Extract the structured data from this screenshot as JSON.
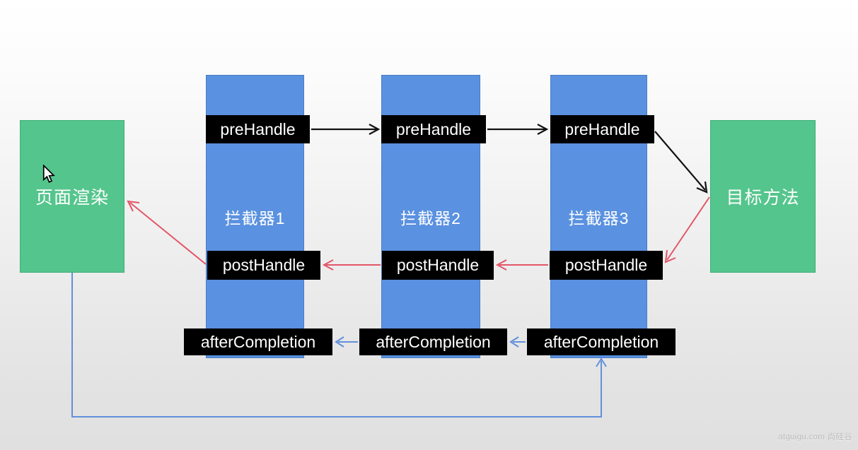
{
  "slide": {
    "watermark": "atguigu.com 尚硅谷"
  },
  "nodes": {
    "page_render": {
      "label": "页面渲染"
    },
    "target_method": {
      "label": "目标方法"
    }
  },
  "interceptors": [
    {
      "label": "拦截器1",
      "pre": "preHandle",
      "post": "postHandle",
      "after": "afterCompletion"
    },
    {
      "label": "拦截器2",
      "pre": "preHandle",
      "post": "postHandle",
      "after": "afterCompletion"
    },
    {
      "label": "拦截器3",
      "pre": "preHandle",
      "post": "postHandle",
      "after": "afterCompletion"
    }
  ],
  "icons": {
    "mouse_cursor": "arrow-pointer"
  },
  "colors": {
    "bar_fill": "#5a91e0",
    "bar_border": "#4a7dc4",
    "green_fill": "#54c58c",
    "green_border": "#3fae79",
    "label_bg": "#000000",
    "label_text": "#ffffff",
    "arrow_black": "#111111",
    "arrow_red": "#e25568",
    "arrow_blue": "#6190dc",
    "watermark": "#bcbcbc"
  }
}
